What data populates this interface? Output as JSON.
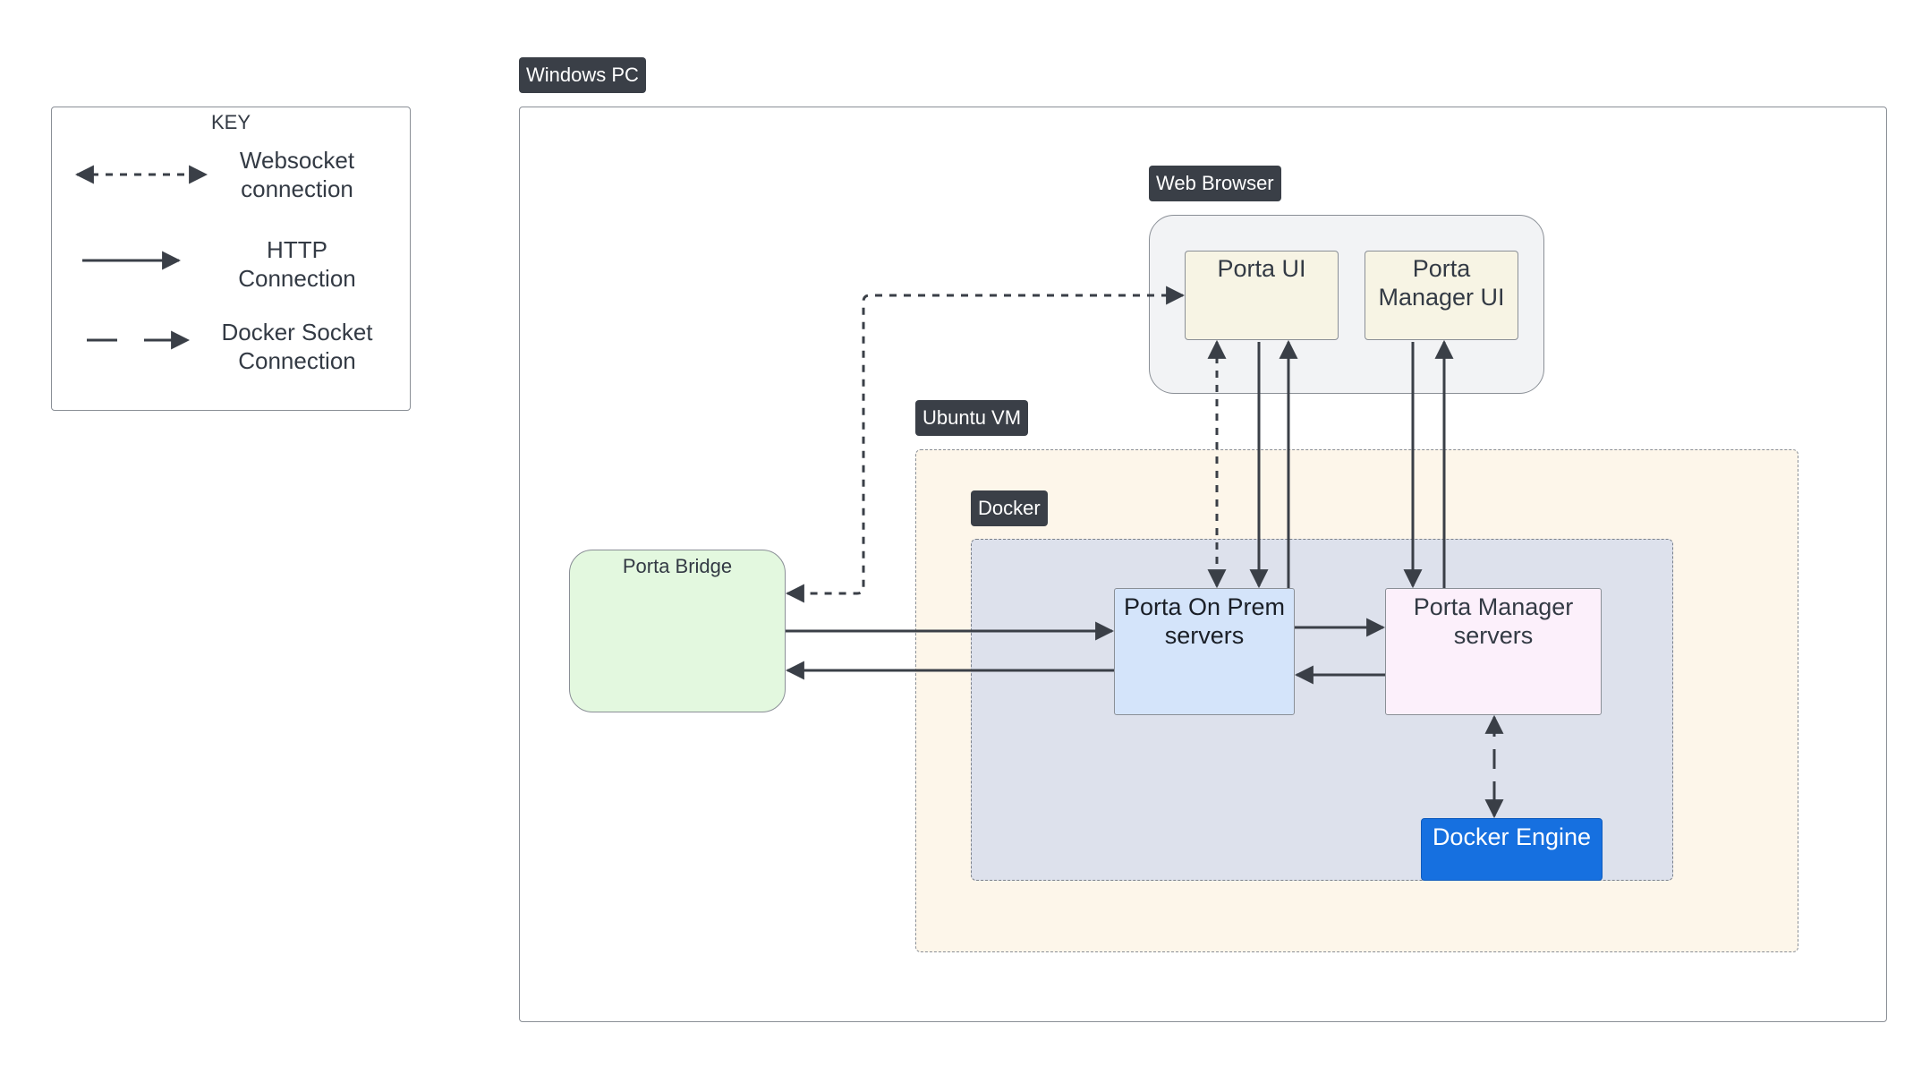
{
  "key": {
    "title": "KEY",
    "websocket": [
      "Websocket",
      "connection"
    ],
    "http": [
      "HTTP",
      "Connection"
    ],
    "docker_socket": [
      "Docker Socket",
      "Connection"
    ]
  },
  "containers": {
    "windows_pc": "Windows PC",
    "web_browser": "Web Browser",
    "ubuntu_vm": "Ubuntu VM",
    "docker": "Docker"
  },
  "nodes": {
    "porta_ui": "Porta UI",
    "porta_manager_ui": [
      "Porta",
      "Manager UI"
    ],
    "porta_bridge": "Porta Bridge",
    "porta_on_prem": [
      "Porta On Prem",
      "servers"
    ],
    "porta_manager_servers": [
      "Porta Manager",
      "servers"
    ],
    "docker_engine": "Docker Engine"
  },
  "colors": {
    "browser_fill": "#f2f3f5",
    "ui_fill": "#f7f4e4",
    "bridge_fill": "#e3f8df",
    "vm_fill": "#fdf6ea",
    "docker_fill": "#dde1ec",
    "onprem_fill": "#d4e4fa",
    "manager_fill": "#fcf0fb",
    "engine_fill": "#1670e0",
    "line": "#3a3f47"
  }
}
